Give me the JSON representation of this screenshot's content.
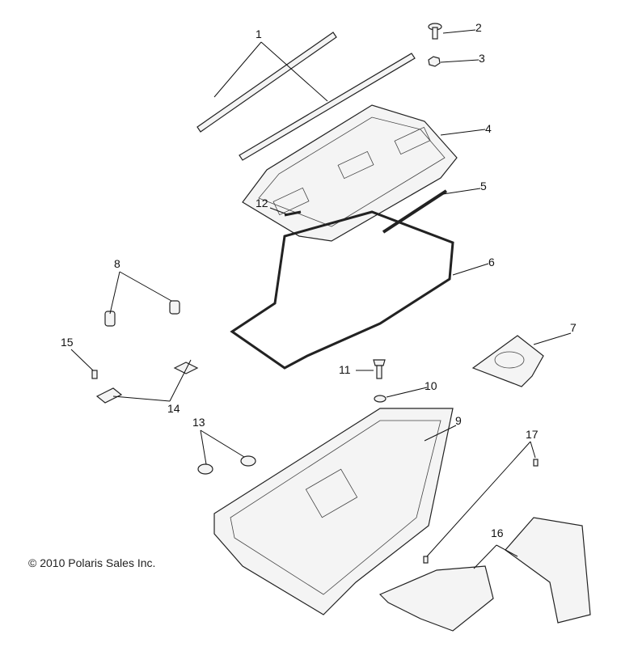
{
  "diagram": {
    "callouts": [
      "1",
      "2",
      "3",
      "4",
      "5",
      "6",
      "7",
      "8",
      "9",
      "10",
      "11",
      "12",
      "13",
      "14",
      "15",
      "16",
      "17"
    ],
    "copyright": "© 2010 Polaris Sales Inc."
  }
}
